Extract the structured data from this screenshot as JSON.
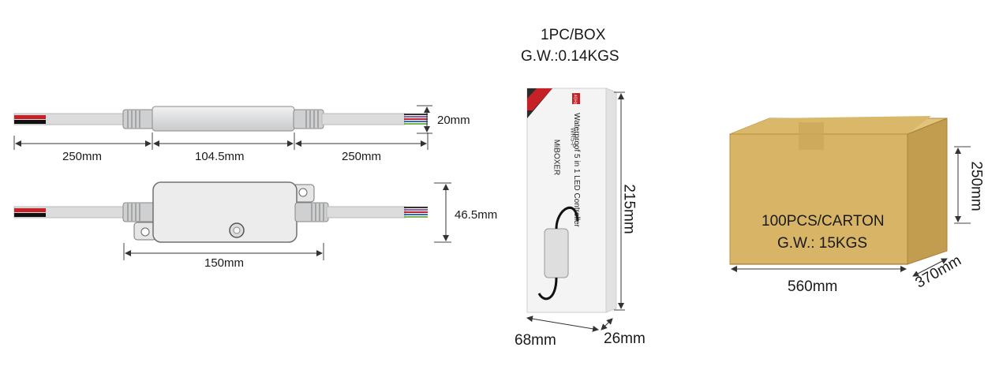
{
  "device_top": {
    "dims": {
      "left_cable": "250mm",
      "body": "104.5mm",
      "right_cable": "250mm",
      "height": "20mm"
    }
  },
  "device_bottom": {
    "dims": {
      "length": "150mm",
      "height": "46.5mm"
    }
  },
  "box": {
    "pack": "1PC/BOX",
    "weight": "G.W.:0.14KGS",
    "height": "215mm",
    "width": "68mm",
    "depth": "26mm",
    "label_brand": "MiBOXER",
    "label_title": "Waterproof 5 in 1 LED Controller",
    "label_model": "WR5-P",
    "label_badge": "2.4GHz"
  },
  "carton": {
    "pack": "100PCS/CARTON",
    "weight": "G.W.: 15KGS",
    "height": "250mm",
    "width": "560mm",
    "depth": "370mm"
  },
  "colors": {
    "cable": "#d9dadb",
    "device": "#e4e5e6",
    "carton_front": "#d9b86a",
    "carton_side": "#c9a456",
    "carton_top": "#e1c47d",
    "wire_red": "#c62127",
    "wire_black": "#111111"
  }
}
